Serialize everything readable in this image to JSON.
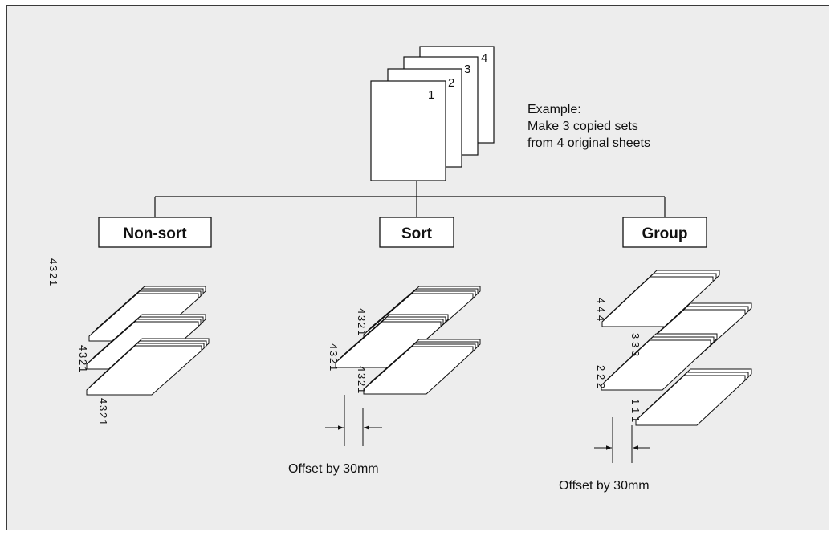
{
  "example": {
    "line1": "Example:",
    "line2": "Make 3 copied sets",
    "line3": "from 4 original sheets"
  },
  "originals": {
    "pages": [
      "1",
      "2",
      "3",
      "4"
    ]
  },
  "modes": {
    "non_sort": "Non-sort",
    "sort": "Sort",
    "group": "Group"
  },
  "offset": {
    "sort_label": "Offset by 30mm",
    "group_label": "Offset by 30mm"
  },
  "page_numbers": [
    "1",
    "2",
    "3",
    "4"
  ]
}
